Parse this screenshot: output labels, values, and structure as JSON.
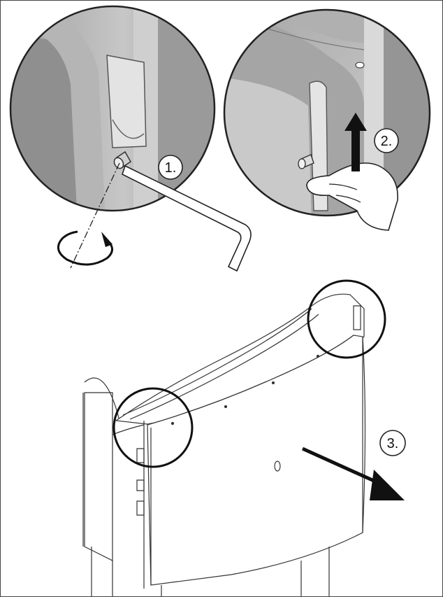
{
  "steps": {
    "step1": "1.",
    "step2": "2.",
    "step3": "3."
  },
  "colors": {
    "line": "#222222",
    "panel_dark": "#8a8a8a",
    "panel_mid": "#b9b9b9",
    "panel_light": "#dcdcdc",
    "background": "#ffffff"
  },
  "icons": {
    "rotate": "rotate-arrow-icon",
    "up": "up-arrow-icon",
    "out": "pull-out-arrow-icon",
    "hand": "hand-icon",
    "hex_key": "hex-key-icon"
  }
}
